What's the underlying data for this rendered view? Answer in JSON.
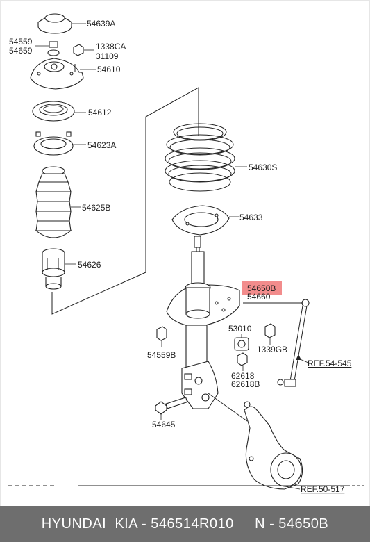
{
  "diagram": {
    "labels": {
      "p54639A": "54639A",
      "p54559": "54559",
      "p54659": "54659",
      "p1338CA": "1338CA",
      "p31109": "31109",
      "p54610": "54610",
      "p54612": "54612",
      "p54623A": "54623A",
      "p54625B": "54625B",
      "p54626": "54626",
      "p54630S": "54630S",
      "p54633": "54633",
      "p54650B": "54650B",
      "p54660": "54660",
      "p53010": "53010",
      "p1339GB": "1339GB",
      "p54559B": "54559B",
      "p62618": "62618",
      "p62618B": "62618B",
      "p54645": "54645",
      "ref54545": "REF.54-545",
      "ref50517": "REF.50-517"
    },
    "highlight_color": "#f28c8c"
  },
  "footer": {
    "text": "HYUNDAI  KIA - 546514R010     N - 54650B"
  }
}
